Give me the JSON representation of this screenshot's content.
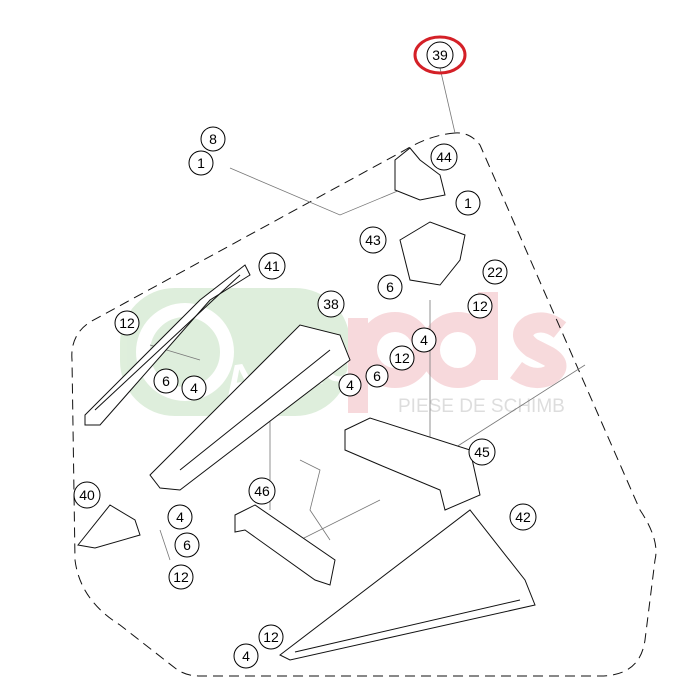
{
  "diagram": {
    "highlighted_part": "39",
    "highlight_color": "#d42027",
    "callouts": [
      "39",
      "8",
      "1",
      "44",
      "1",
      "43",
      "22",
      "41",
      "6",
      "12",
      "38",
      "12",
      "4",
      "12",
      "4",
      "6",
      "6",
      "4",
      "45",
      "40",
      "46",
      "4",
      "42",
      "6",
      "12",
      "12",
      "4"
    ]
  },
  "watermark": {
    "brand_left": "AGRO",
    "brand_right": "pds",
    "tagline": "PIESE DE SCHIMB",
    "green": "#d9ecd6",
    "red": "#f6d3d6"
  }
}
